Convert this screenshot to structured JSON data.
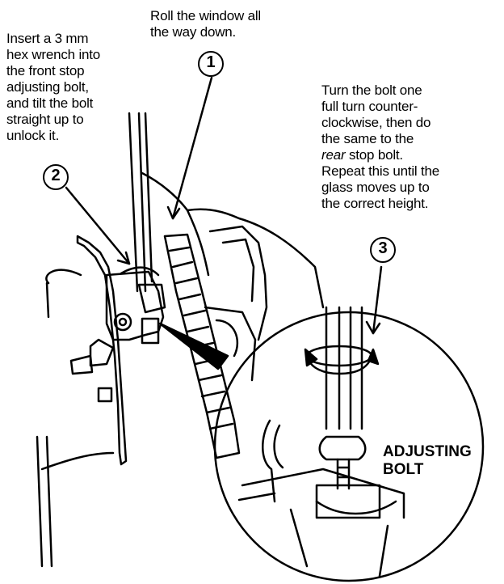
{
  "steps": {
    "one": {
      "number": "1",
      "text": "Roll the window all\nthe way down."
    },
    "two": {
      "number": "2",
      "text": "Insert a 3 mm\nhex wrench into\nthe front stop\nadjusting bolt,\nand tilt the bolt\nstraight up to\nunlock it."
    },
    "three": {
      "number": "3",
      "text_before": "Turn the bolt one\nfull turn counter-\nclockwise, then do\nthe same to the\n",
      "emphasis": "rear",
      "text_after": " stop bolt.\nRepeat this until the\nglass moves up to\nthe correct height."
    }
  },
  "callout_label": "ADJUSTING\nBOLT",
  "colors": {
    "ink": "#000000",
    "paper": "#ffffff"
  }
}
